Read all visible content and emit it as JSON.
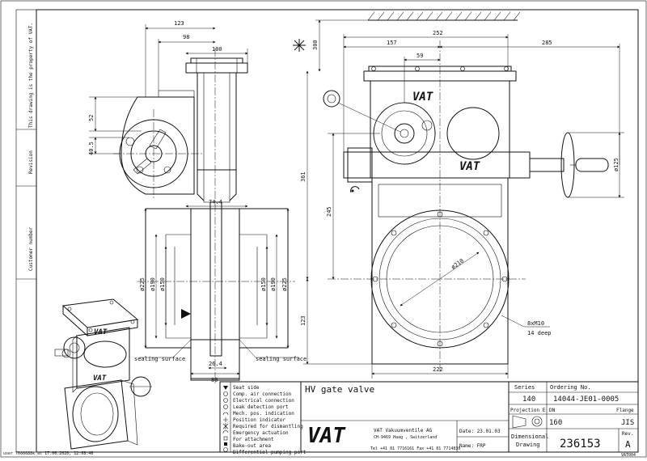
{
  "side_margin": {
    "property_notice": "This drawing is the property of VAT.",
    "revision_label": "Revision",
    "customer_number_label": "Customer number",
    "plot_stamp": "user 7666688k at 17.06.2020, 12:08:46"
  },
  "dimensions": {
    "d123_top": "123",
    "d98": "98",
    "d100": "100",
    "d52": "52",
    "d40_5": "40.5",
    "d74_4": "74.4",
    "d26_4": "26.4",
    "d80": "80",
    "phi225_l": "ø225",
    "phi190_l": "ø190",
    "phi150_l": "ø150",
    "phi150_r": "ø150",
    "phi190_r": "ø190",
    "phi225_r": "ø225",
    "d300": "300",
    "d252": "252",
    "d157": "157",
    "d59": "59",
    "d285": "285",
    "d361": "361",
    "d245": "245",
    "d123_side": "123",
    "phi210": "ø210",
    "phi125": "ø125",
    "d222": "222",
    "holes_1": "8xM10",
    "holes_2": "14 deep"
  },
  "callouts": {
    "sealing_surface_left": "sealing surface",
    "sealing_surface_right": "sealing surface"
  },
  "legend": [
    "Seat side",
    "Comp. air connection",
    "Electrical connection",
    "Leak detection port",
    "Mech. pos. indication",
    "Position indicator",
    "Required for dismantling",
    "Emergency actuation",
    "For attachment",
    "Bake-out area",
    "Differential pumping port"
  ],
  "title_block": {
    "title": "HV gate valve",
    "company": "VAT Vakuumventile AG",
    "address": "CH-9469 Haag , Switzerland",
    "phone": "Tel +41 81 7716161 Fax +41 81 7714830",
    "date": "Date: 23.01.03",
    "name": "Name: FRP",
    "series_label": "Series",
    "series_value": "140",
    "ordering_label": "Ordering No.",
    "ordering_value": "14044-JE01-0005",
    "projection_label": "Projection E",
    "dn_label": "DN",
    "dn_value": "160",
    "flange_label": "Flange",
    "flange_value": "JIS",
    "dimensional_label": "Dimensional",
    "drawing_label": "Drawing",
    "drawing_number": "236153",
    "rev_label": "Rev.",
    "rev_value": "A",
    "logo_text": "VAT",
    "corner_code": "VAT004"
  }
}
